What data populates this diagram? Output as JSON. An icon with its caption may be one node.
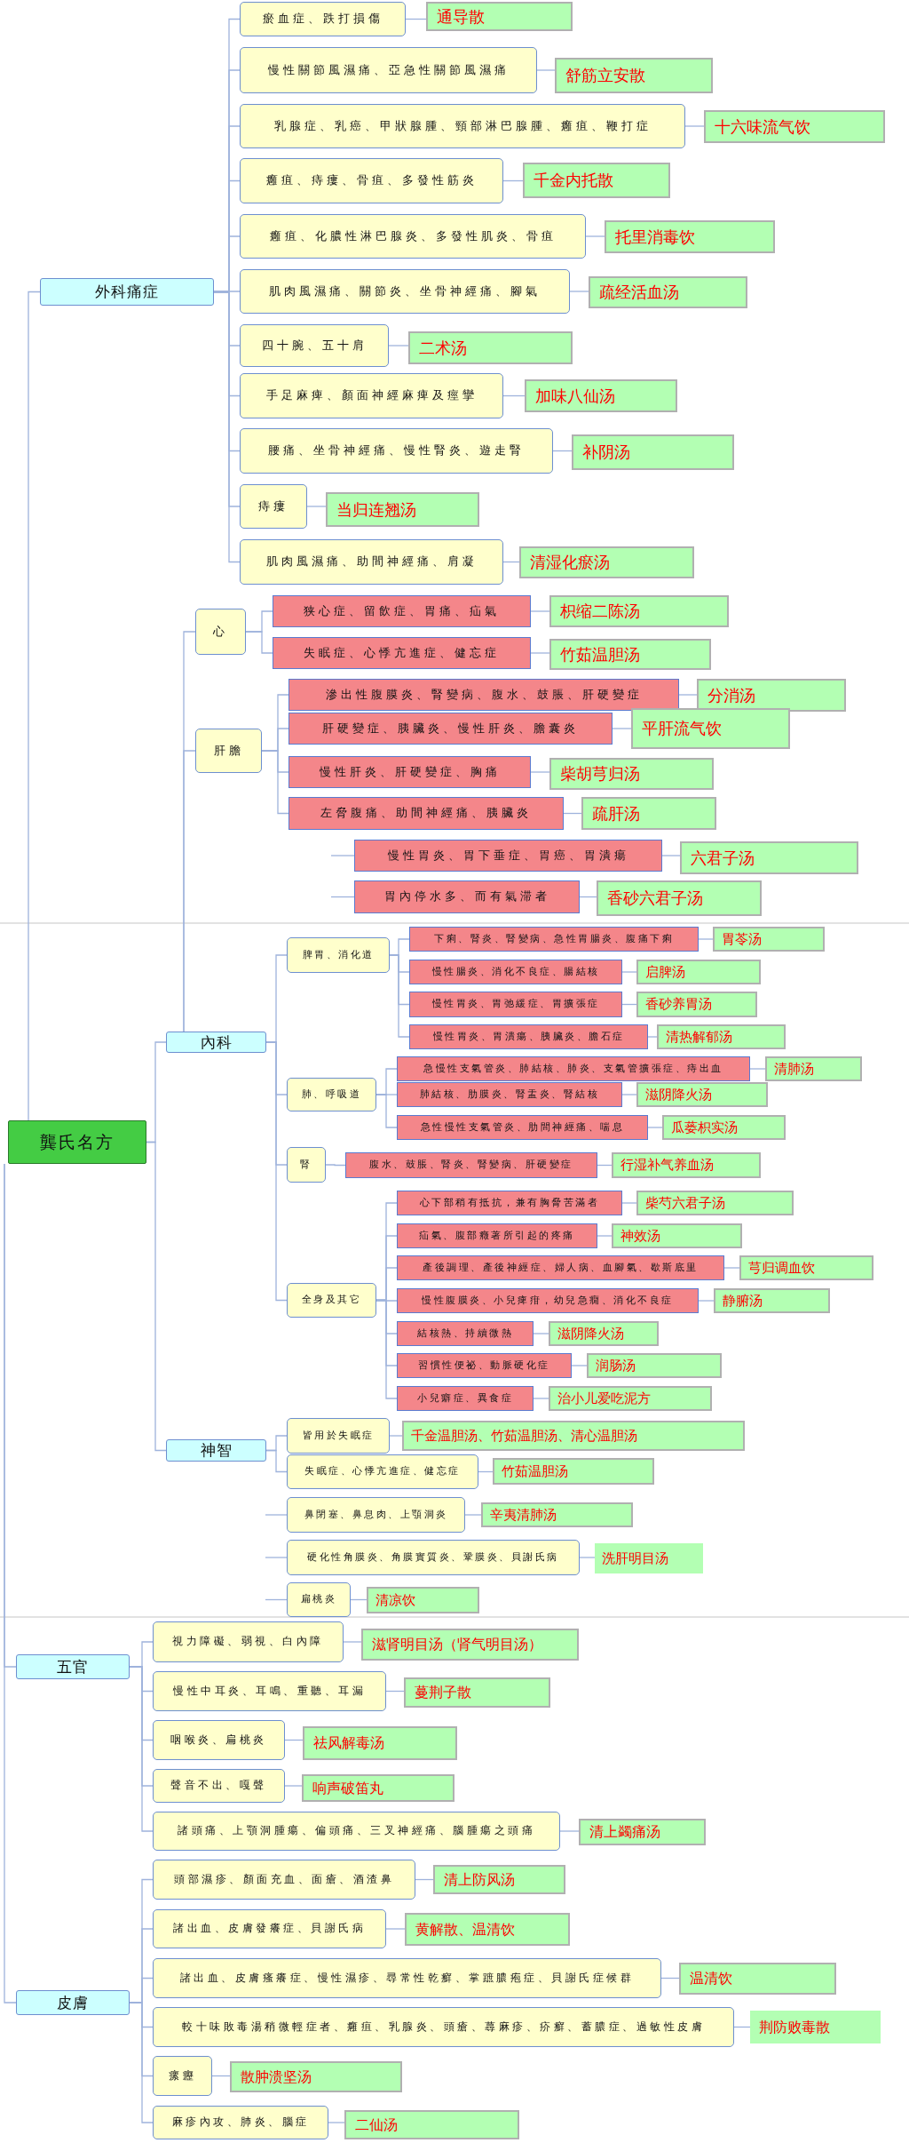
{
  "diagram": {
    "nodes": [
      {
        "text": [
          "龔氏名方"
        ]
      },
      {
        "text": [
          "外科痛症"
        ]
      },
      {
        "text": [
          "瘀血症、跌打損傷"
        ]
      },
      {
        "text": [
          "通导散"
        ]
      },
      {
        "text": [
          "慢性關節風濕痛、亞急性關節風濕痛"
        ]
      },
      {
        "text": [
          "舒筋立安散"
        ]
      },
      {
        "text": [
          "乳腺症、乳癌、甲狀腺腫、頸部淋巴腺腫、癰疽、鞭打症"
        ]
      },
      {
        "text": [
          "十六味流气饮"
        ]
      },
      {
        "text": [
          "癰疽、痔瘻、骨疽、多發性筋炎"
        ]
      },
      {
        "text": [
          "千金内托散"
        ]
      },
      {
        "text": [
          "癰疽、化膿性淋巴腺炎、多發性肌炎、骨疽"
        ]
      },
      {
        "text": [
          "托里消毒饮"
        ]
      },
      {
        "text": [
          "肌肉風濕痛、關節炎、坐骨神經痛、腳氣"
        ]
      },
      {
        "text": [
          "疏经活血汤"
        ]
      },
      {
        "text": [
          "四十腕、五十肩"
        ]
      },
      {
        "text": [
          "二术汤"
        ]
      },
      {
        "text": [
          "手足麻痺、顏面神經麻痺及痙攣"
        ]
      },
      {
        "text": [
          "加味八仙汤"
        ]
      },
      {
        "text": [
          "腰痛、坐骨神經痛、慢性腎炎、遊走腎"
        ]
      },
      {
        "text": [
          "补阴汤"
        ]
      },
      {
        "text": [
          "痔瘻"
        ]
      },
      {
        "text": [
          "当归连翘汤"
        ]
      },
      {
        "text": [
          "肌肉風濕痛、助間神經痛、肩凝"
        ]
      },
      {
        "text": [
          "清湿化瘀汤"
        ]
      },
      {
        "text": [
          "內科"
        ]
      },
      {
        "text": [
          "心"
        ]
      },
      {
        "text": [
          "狭心症、留飲症、胃痛、疝氣"
        ]
      },
      {
        "text": [
          "枳缩二陈汤"
        ]
      },
      {
        "text": [
          "失眠症、心悸亢進症、健忘症"
        ]
      },
      {
        "text": [
          "竹茹温胆汤"
        ]
      },
      {
        "text": [
          "肝膽"
        ]
      },
      {
        "text": [
          "滲出性腹膜炎、腎變病、腹水、鼓脹、肝硬變症"
        ]
      },
      {
        "text": [
          "分消汤"
        ]
      },
      {
        "text": [
          "肝硬變症、胰臟炎、慢性肝炎、膽囊炎"
        ]
      },
      {
        "text": [
          "平肝流气饮"
        ]
      },
      {
        "text": [
          "慢性肝炎、肝硬變症、胸痛"
        ]
      },
      {
        "text": [
          "柴胡芎归汤"
        ]
      },
      {
        "text": [
          "左脅腹痛、助間神經痛、胰臟炎"
        ]
      },
      {
        "text": [
          "疏肝汤"
        ]
      },
      {
        "text": [
          "慢性胃炎、胃下垂症、胃癌、胃潰瘍"
        ]
      },
      {
        "text": [
          "六君子汤"
        ]
      },
      {
        "text": [
          "胃內停水多、而有氣滞者"
        ]
      },
      {
        "text": [
          "香砂六君子汤"
        ]
      },
      {
        "text": [
          "脾胃、消化道"
        ]
      },
      {
        "text": [
          "下痢、腎炎、腎變病、急性胃腸炎、腹痛下痢"
        ]
      },
      {
        "text": [
          "胃苓汤"
        ]
      },
      {
        "text": [
          "慢性腸炎、消化不良症、腸結核"
        ]
      },
      {
        "text": [
          "启脾汤"
        ]
      },
      {
        "text": [
          "慢性胃炎、胃弛緩症、胃擴張症"
        ]
      },
      {
        "text": [
          "香砂养胃汤"
        ]
      },
      {
        "text": [
          "慢性胃炎、胃潰瘍、胰臟炎、膽石症"
        ]
      },
      {
        "text": [
          "清热解郁汤"
        ]
      },
      {
        "text": [
          "肺、呼吸道"
        ]
      },
      {
        "text": [
          "急慢性支氣管炎、肺結核、肺炎、支氣管擴張症、痔出血"
        ]
      },
      {
        "text": [
          "清肺汤"
        ]
      },
      {
        "text": [
          "肺結核、肋膜炎、腎盂炎、腎結核"
        ]
      },
      {
        "text": [
          "滋阴降火汤"
        ]
      },
      {
        "text": [
          "急性慢性支氣管炎、肋間神經痛、喘息"
        ]
      },
      {
        "text": [
          "瓜蒌枳实汤"
        ]
      },
      {
        "text": [
          "腎"
        ]
      },
      {
        "text": [
          "腹水、鼓脹、腎炎、腎變病、肝硬變症"
        ]
      },
      {
        "text": [
          "行湿补气养血汤"
        ]
      },
      {
        "text": [
          "全身及其它"
        ]
      },
      {
        "text": [
          "心下部稍有抵抗，兼有胸脅苦滿者"
        ]
      },
      {
        "text": [
          "柴芍六君子汤"
        ]
      },
      {
        "text": [
          "疝氣、腹部癥著所引起的疼痛"
        ]
      },
      {
        "text": [
          "神效汤"
        ]
      },
      {
        "text": [
          "產後調理、產後神經症、婦人病、血腳氣、歇斯底里"
        ]
      },
      {
        "text": [
          "芎归调血饮"
        ]
      },
      {
        "text": [
          "慢性腹膜炎、小兒痺疳，幼兒急癇、消化不良症"
        ]
      },
      {
        "text": [
          "静腑汤"
        ]
      },
      {
        "text": [
          "結核熱、持續微熱"
        ]
      },
      {
        "text": [
          "滋阴降火汤"
        ]
      },
      {
        "text": [
          "習慣性便祕、動脈硬化症"
        ]
      },
      {
        "text": [
          "润肠汤"
        ]
      },
      {
        "text": [
          "小兒癖症、異食症"
        ]
      },
      {
        "text": [
          "治小儿爱吃泥方"
        ]
      },
      {
        "text": [
          "神智"
        ]
      },
      {
        "text": [
          "皆用於失眠症"
        ]
      },
      {
        "text": [
          "千金温胆汤、竹茹温胆汤、清心温胆汤"
        ]
      },
      {
        "text": [
          "失眠症、心悸亢進症、健忘症"
        ]
      },
      {
        "text": [
          "竹茹温胆汤"
        ]
      },
      {
        "text": [
          "鼻閉塞、鼻息肉、上顎洞炎"
        ]
      },
      {
        "text": [
          "辛夷清肺汤"
        ]
      },
      {
        "text": [
          "硬化性角膜炎、角膜實質炎、鞏膜炎、貝謝氏病"
        ]
      },
      {
        "text": [
          "洗肝明目汤"
        ]
      },
      {
        "text": [
          "扁桃炎"
        ]
      },
      {
        "text": [
          "清凉饮"
        ]
      },
      {
        "text": [
          "五官"
        ]
      },
      {
        "text": [
          "視力障礙、弱視、白內障"
        ]
      },
      {
        "text": [
          "滋肾明目汤（肾气明目汤）"
        ]
      },
      {
        "text": [
          "慢性中耳炎、耳鳴、重聽、耳漏"
        ]
      },
      {
        "text": [
          "蔓荆子散"
        ]
      },
      {
        "text": [
          "咽喉炎、扁桃炎"
        ]
      },
      {
        "text": [
          "祛风解毒汤"
        ]
      },
      {
        "text": [
          "聲音不出、嘎聲"
        ]
      },
      {
        "text": [
          "响声破笛丸"
        ]
      },
      {
        "text": [
          "諸頭痛、上顎洞腫瘍、偏頭痛、三叉神經痛、腦腫瘍之頭痛"
        ]
      },
      {
        "text": [
          "清上蠲痛汤"
        ]
      },
      {
        "text": [
          "皮膚"
        ]
      },
      {
        "text": [
          "頭部濕疹、顏面充血、面瘡、酒渣鼻"
        ]
      },
      {
        "text": [
          "清上防风汤"
        ]
      },
      {
        "text": [
          "諸出血、皮膚發癢症、貝謝氏病"
        ]
      },
      {
        "text": [
          "黄解散、温清饮"
        ]
      },
      {
        "text": [
          "諸出血、皮膚瘙癢症、慢性濕疹、尋常性乾癬、掌蹠膿疱症、貝謝氏症候群"
        ]
      },
      {
        "text": [
          "温清饮"
        ]
      },
      {
        "text": [
          "較十味敗毒湯稍微輕症者、癰疽、乳腺炎、頭瘡、蕁麻疹、疥癬、蓄膿症、過敏性皮膚"
        ]
      },
      {
        "text": [
          "荆防败毒散"
        ]
      },
      {
        "text": [
          "瘰癧"
        ]
      },
      {
        "text": [
          "散肿溃坚汤"
        ]
      },
      {
        "text": [
          "麻疹內攻、肺炎、腦症"
        ]
      },
      {
        "text": [
          "二仙汤"
        ]
      }
    ],
    "edges": [
      {
        "from": 0,
        "to": 1,
        "arrow": "none"
      },
      {
        "from": 0,
        "to": 24,
        "arrow": "none"
      },
      {
        "from": 0,
        "to": 77,
        "arrow": "none"
      },
      {
        "from": 0,
        "to": 88,
        "arrow": "none"
      },
      {
        "from": 0,
        "to": 99,
        "arrow": "none"
      },
      {
        "from": 1,
        "to": 2,
        "arrow": "none"
      },
      {
        "from": 1,
        "to": 4,
        "arrow": "none"
      },
      {
        "from": 1,
        "to": 6,
        "arrow": "none"
      },
      {
        "from": 1,
        "to": 8,
        "arrow": "none"
      },
      {
        "from": 1,
        "to": 10,
        "arrow": "none"
      },
      {
        "from": 1,
        "to": 12,
        "arrow": "none"
      },
      {
        "from": 1,
        "to": 14,
        "arrow": "none"
      },
      {
        "from": 1,
        "to": 16,
        "arrow": "none"
      },
      {
        "from": 1,
        "to": 18,
        "arrow": "none"
      },
      {
        "from": 1,
        "to": 20,
        "arrow": "none"
      },
      {
        "from": 1,
        "to": 22,
        "arrow": "none"
      },
      {
        "from": 2,
        "to": 3,
        "arrow": "none"
      },
      {
        "from": 4,
        "to": 5,
        "arrow": "none"
      },
      {
        "from": 6,
        "to": 7,
        "arrow": "none"
      },
      {
        "from": 8,
        "to": 9,
        "arrow": "none"
      },
      {
        "from": 10,
        "to": 11,
        "arrow": "none"
      },
      {
        "from": 12,
        "to": 13,
        "arrow": "none"
      },
      {
        "from": 14,
        "to": 15,
        "arrow": "none"
      },
      {
        "from": 16,
        "to": 17,
        "arrow": "none"
      },
      {
        "from": 18,
        "to": 19,
        "arrow": "none"
      },
      {
        "from": 20,
        "to": 21,
        "arrow": "none"
      },
      {
        "from": 22,
        "to": 23,
        "arrow": "none"
      },
      {
        "from": 24,
        "to": 25,
        "arrow": "none"
      },
      {
        "from": 24,
        "to": 30,
        "arrow": "none"
      },
      {
        "from": 24,
        "to": 43,
        "arrow": "none"
      },
      {
        "from": 24,
        "to": 52,
        "arrow": "none"
      },
      {
        "from": 24,
        "to": 59,
        "arrow": "none"
      },
      {
        "from": 24,
        "to": 62,
        "arrow": "none"
      },
      {
        "from": 25,
        "to": 26,
        "arrow": "none"
      },
      {
        "from": 25,
        "to": 28,
        "arrow": "none"
      },
      {
        "from": 26,
        "to": 27,
        "arrow": "none"
      },
      {
        "from": 28,
        "to": 29,
        "arrow": "none"
      },
      {
        "from": 30,
        "to": 31,
        "arrow": "none"
      },
      {
        "from": 30,
        "to": 33,
        "arrow": "none"
      },
      {
        "from": 30,
        "to": 35,
        "arrow": "none"
      },
      {
        "from": 30,
        "to": 37,
        "arrow": "none"
      },
      {
        "from": 31,
        "to": 32,
        "arrow": "none"
      },
      {
        "from": 33,
        "to": 34,
        "arrow": "none"
      },
      {
        "from": 35,
        "to": 36,
        "arrow": "none"
      },
      {
        "from": 37,
        "to": 38,
        "arrow": "none"
      },
      {
        "from": null,
        "to": 39,
        "arrow": "none"
      },
      {
        "from": null,
        "to": 41,
        "arrow": "none"
      },
      {
        "from": 39,
        "to": 40,
        "arrow": "none"
      },
      {
        "from": 41,
        "to": 42,
        "arrow": "none"
      },
      {
        "from": 43,
        "to": 44,
        "arrow": "none"
      },
      {
        "from": 43,
        "to": 46,
        "arrow": "none"
      },
      {
        "from": 43,
        "to": 48,
        "arrow": "none"
      },
      {
        "from": 43,
        "to": 50,
        "arrow": "none"
      },
      {
        "from": 44,
        "to": 45,
        "arrow": "none"
      },
      {
        "from": 46,
        "to": 47,
        "arrow": "none"
      },
      {
        "from": 48,
        "to": 49,
        "arrow": "none"
      },
      {
        "from": 50,
        "to": 51,
        "arrow": "none"
      },
      {
        "from": 52,
        "to": 53,
        "arrow": "none"
      },
      {
        "from": 52,
        "to": 55,
        "arrow": "none"
      },
      {
        "from": 52,
        "to": 57,
        "arrow": "none"
      },
      {
        "from": 53,
        "to": 54,
        "arrow": "none"
      },
      {
        "from": 55,
        "to": 56,
        "arrow": "none"
      },
      {
        "from": 57,
        "to": 58,
        "arrow": "none"
      },
      {
        "from": 59,
        "to": 60,
        "arrow": "none"
      },
      {
        "from": 60,
        "to": 61,
        "arrow": "none"
      },
      {
        "from": 62,
        "to": 63,
        "arrow": "none"
      },
      {
        "from": 62,
        "to": 65,
        "arrow": "none"
      },
      {
        "from": 62,
        "to": 67,
        "arrow": "none"
      },
      {
        "from": 62,
        "to": 69,
        "arrow": "none"
      },
      {
        "from": 62,
        "to": 71,
        "arrow": "none"
      },
      {
        "from": 62,
        "to": 73,
        "arrow": "none"
      },
      {
        "from": 62,
        "to": 75,
        "arrow": "none"
      },
      {
        "from": 63,
        "to": 64,
        "arrow": "none"
      },
      {
        "from": 65,
        "to": 66,
        "arrow": "none"
      },
      {
        "from": 67,
        "to": 68,
        "arrow": "none"
      },
      {
        "from": 69,
        "to": 70,
        "arrow": "none"
      },
      {
        "from": 71,
        "to": 72,
        "arrow": "none"
      },
      {
        "from": 73,
        "to": 74,
        "arrow": "none"
      },
      {
        "from": 75,
        "to": 76,
        "arrow": "none"
      },
      {
        "from": 77,
        "to": 78,
        "arrow": "none"
      },
      {
        "from": 77,
        "to": 80,
        "arrow": "none"
      },
      {
        "from": 78,
        "to": 79,
        "arrow": "none"
      },
      {
        "from": 80,
        "to": 81,
        "arrow": "none"
      },
      {
        "from": null,
        "to": 82,
        "arrow": "none"
      },
      {
        "from": null,
        "to": 84,
        "arrow": "none"
      },
      {
        "from": null,
        "to": 86,
        "arrow": "none"
      },
      {
        "from": 82,
        "to": 83,
        "arrow": "none"
      },
      {
        "from": 84,
        "to": 85,
        "arrow": "none"
      },
      {
        "from": 86,
        "to": 87,
        "arrow": "none"
      },
      {
        "from": 88,
        "to": 89,
        "arrow": "none"
      },
      {
        "from": 88,
        "to": 91,
        "arrow": "none"
      },
      {
        "from": 88,
        "to": 93,
        "arrow": "none"
      },
      {
        "from": 88,
        "to": 95,
        "arrow": "none"
      },
      {
        "from": 88,
        "to": 97,
        "arrow": "none"
      },
      {
        "from": 89,
        "to": 90,
        "arrow": "none"
      },
      {
        "from": 91,
        "to": 92,
        "arrow": "none"
      },
      {
        "from": 93,
        "to": 94,
        "arrow": "none"
      },
      {
        "from": 95,
        "to": 96,
        "arrow": "none"
      },
      {
        "from": 97,
        "to": 98,
        "arrow": "none"
      },
      {
        "from": 99,
        "to": 100,
        "arrow": "none"
      },
      {
        "from": 99,
        "to": 102,
        "arrow": "none"
      },
      {
        "from": 99,
        "to": 104,
        "arrow": "none"
      },
      {
        "from": 99,
        "to": 106,
        "arrow": "none"
      },
      {
        "from": 99,
        "to": 108,
        "arrow": "none"
      },
      {
        "from": 99,
        "to": 110,
        "arrow": "none"
      },
      {
        "from": 100,
        "to": 101,
        "arrow": "none"
      },
      {
        "from": 102,
        "to": 103,
        "arrow": "none"
      },
      {
        "from": 104,
        "to": 105,
        "arrow": "none"
      },
      {
        "from": 106,
        "to": 107,
        "arrow": "none"
      },
      {
        "from": 108,
        "to": 109,
        "arrow": "none"
      },
      {
        "from": 110,
        "to": 111,
        "arrow": "none"
      }
    ]
  }
}
